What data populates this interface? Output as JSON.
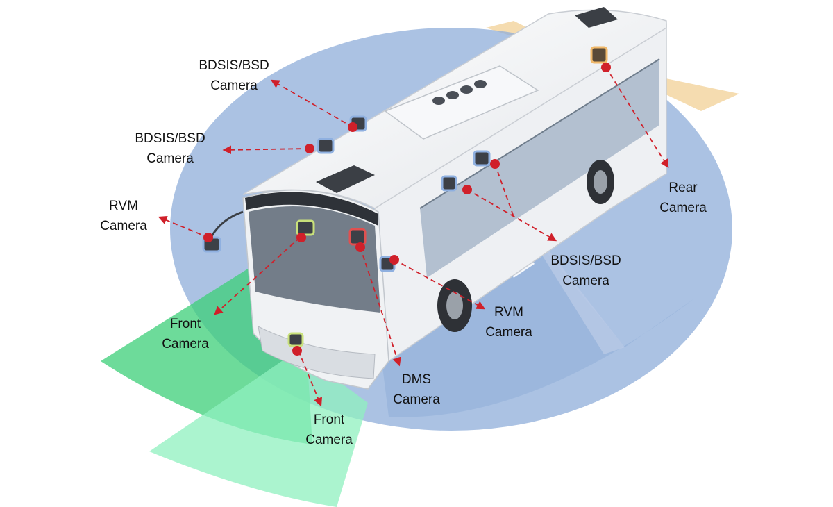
{
  "labels": {
    "bsd_top": {
      "line1": "BDSIS/BSD",
      "line2": "Camera"
    },
    "bsd_mid": {
      "line1": "BDSIS/BSD",
      "line2": "Camera"
    },
    "rvm_left": {
      "line1": "RVM",
      "line2": "Camera"
    },
    "front_upper": {
      "line1": "Front",
      "line2": "Camera"
    },
    "front_lower": {
      "line1": "Front",
      "line2": "Camera"
    },
    "dms": {
      "line1": "DMS",
      "line2": "Camera"
    },
    "rvm_right": {
      "line1": "RVM",
      "line2": "Camera"
    },
    "bsd_right": {
      "line1": "BDSIS/BSD",
      "line2": "Camera"
    },
    "rear": {
      "line1": "Rear",
      "line2": "Camera"
    }
  },
  "colors": {
    "blind_spot_zone": "#8faed9",
    "front_zone": "#3ccf78",
    "front_zone_light": "#8ff0bf",
    "dms_zone": "#d81e2a",
    "rear_zone": "#f3d6a2",
    "arrow": "#d0202a",
    "bus_body": "#f4f5f7"
  }
}
